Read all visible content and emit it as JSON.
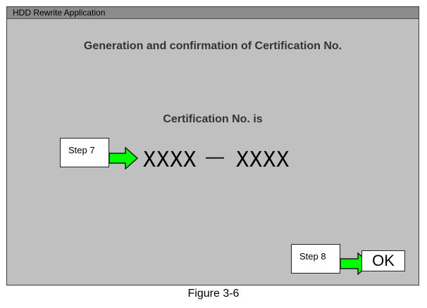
{
  "window": {
    "title": "HDD Rewrite Application"
  },
  "dialog": {
    "heading": "Generation and confirmation of Certification No.",
    "cert_label": "Certification No. is",
    "code_part1": "XXXX",
    "separator": "—",
    "code_part2": "XXXX",
    "ok_label": "OK"
  },
  "annotations": {
    "step7": "Step 7",
    "step8": "Step 8",
    "arrow_color": "#00ff00"
  },
  "caption": "Figure 3-6"
}
